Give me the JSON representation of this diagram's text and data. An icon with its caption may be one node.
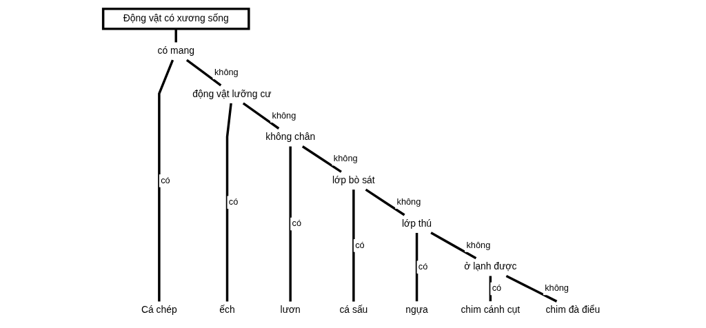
{
  "diagram": {
    "nodes": [
      {
        "text": [
          "Động vật có xương sống"
        ]
      },
      {
        "text": [
          "có mang"
        ]
      },
      {
        "text": [
          "Cá chép"
        ]
      },
      {
        "text": [
          "động vật lưỡng cư"
        ]
      },
      {
        "text": [
          "ếch"
        ]
      },
      {
        "text": [
          "không chân"
        ]
      },
      {
        "text": [
          "lươn"
        ]
      },
      {
        "text": [
          "lớp bò sát"
        ]
      },
      {
        "text": [
          "cá sấu"
        ]
      },
      {
        "text": [
          "lớp thú"
        ]
      },
      {
        "text": [
          "ngựa"
        ]
      },
      {
        "text": [
          "ở lạnh được"
        ]
      },
      {
        "text": [
          "chim cánh cụt"
        ]
      },
      {
        "text": [
          "chim đà điểu"
        ]
      }
    ],
    "edges": [
      {
        "from": 0,
        "to": 1,
        "arrow": "none"
      },
      {
        "from": 1,
        "to": 2,
        "arrow": "none",
        "label": "có"
      },
      {
        "from": 1,
        "to": 3,
        "arrow": "none",
        "label": "không"
      },
      {
        "from": 3,
        "to": 4,
        "arrow": "none",
        "label": "có"
      },
      {
        "from": 3,
        "to": 5,
        "arrow": "none",
        "label": "không"
      },
      {
        "from": 5,
        "to": 6,
        "arrow": "none",
        "label": "có"
      },
      {
        "from": 5,
        "to": 7,
        "arrow": "none",
        "label": "không"
      },
      {
        "from": 7,
        "to": 8,
        "arrow": "none",
        "label": "có"
      },
      {
        "from": 7,
        "to": 9,
        "arrow": "none",
        "label": "không"
      },
      {
        "from": 9,
        "to": 10,
        "arrow": "none",
        "label": "có"
      },
      {
        "from": 9,
        "to": 11,
        "arrow": "none",
        "label": "không"
      },
      {
        "from": 11,
        "to": 12,
        "arrow": "none",
        "label": "có"
      },
      {
        "from": 11,
        "to": 13,
        "arrow": "none",
        "label": "không"
      }
    ]
  }
}
